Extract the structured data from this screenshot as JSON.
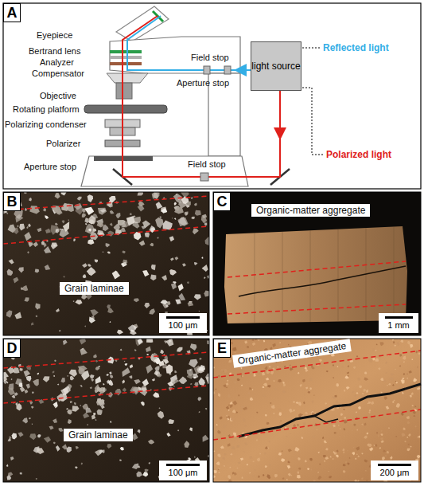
{
  "diagram": {
    "nodes": [
      {
        "text": [
          "A"
        ]
      },
      {
        "text": [
          "light source"
        ]
      },
      {
        "text": [
          "B"
        ]
      },
      {
        "text": [
          "Grain laminae"
        ]
      },
      {
        "text": [
          "100 μm"
        ]
      },
      {
        "text": [
          "C"
        ]
      },
      {
        "text": [
          "Organic-matter aggregate"
        ]
      },
      {
        "text": [
          "1 mm"
        ]
      },
      {
        "text": [
          "D"
        ]
      },
      {
        "text": [
          "Grain laminae"
        ]
      },
      {
        "text": [
          "100 μm"
        ]
      },
      {
        "text": [
          "E"
        ]
      },
      {
        "text": [
          "Organic-matter aggregate"
        ]
      },
      {
        "text": [
          "200 μm"
        ]
      }
    ],
    "labels": [
      "Eyepiece",
      "Bertrand lens",
      "Reflected light",
      "Analyzer",
      "Field stop",
      "Compensator",
      "Aperture stop",
      "Objective",
      "Rotating platform",
      "Polarizing condenser",
      "Polarized light",
      "Field stop",
      "Polarizer",
      "Aperture stop"
    ]
  }
}
